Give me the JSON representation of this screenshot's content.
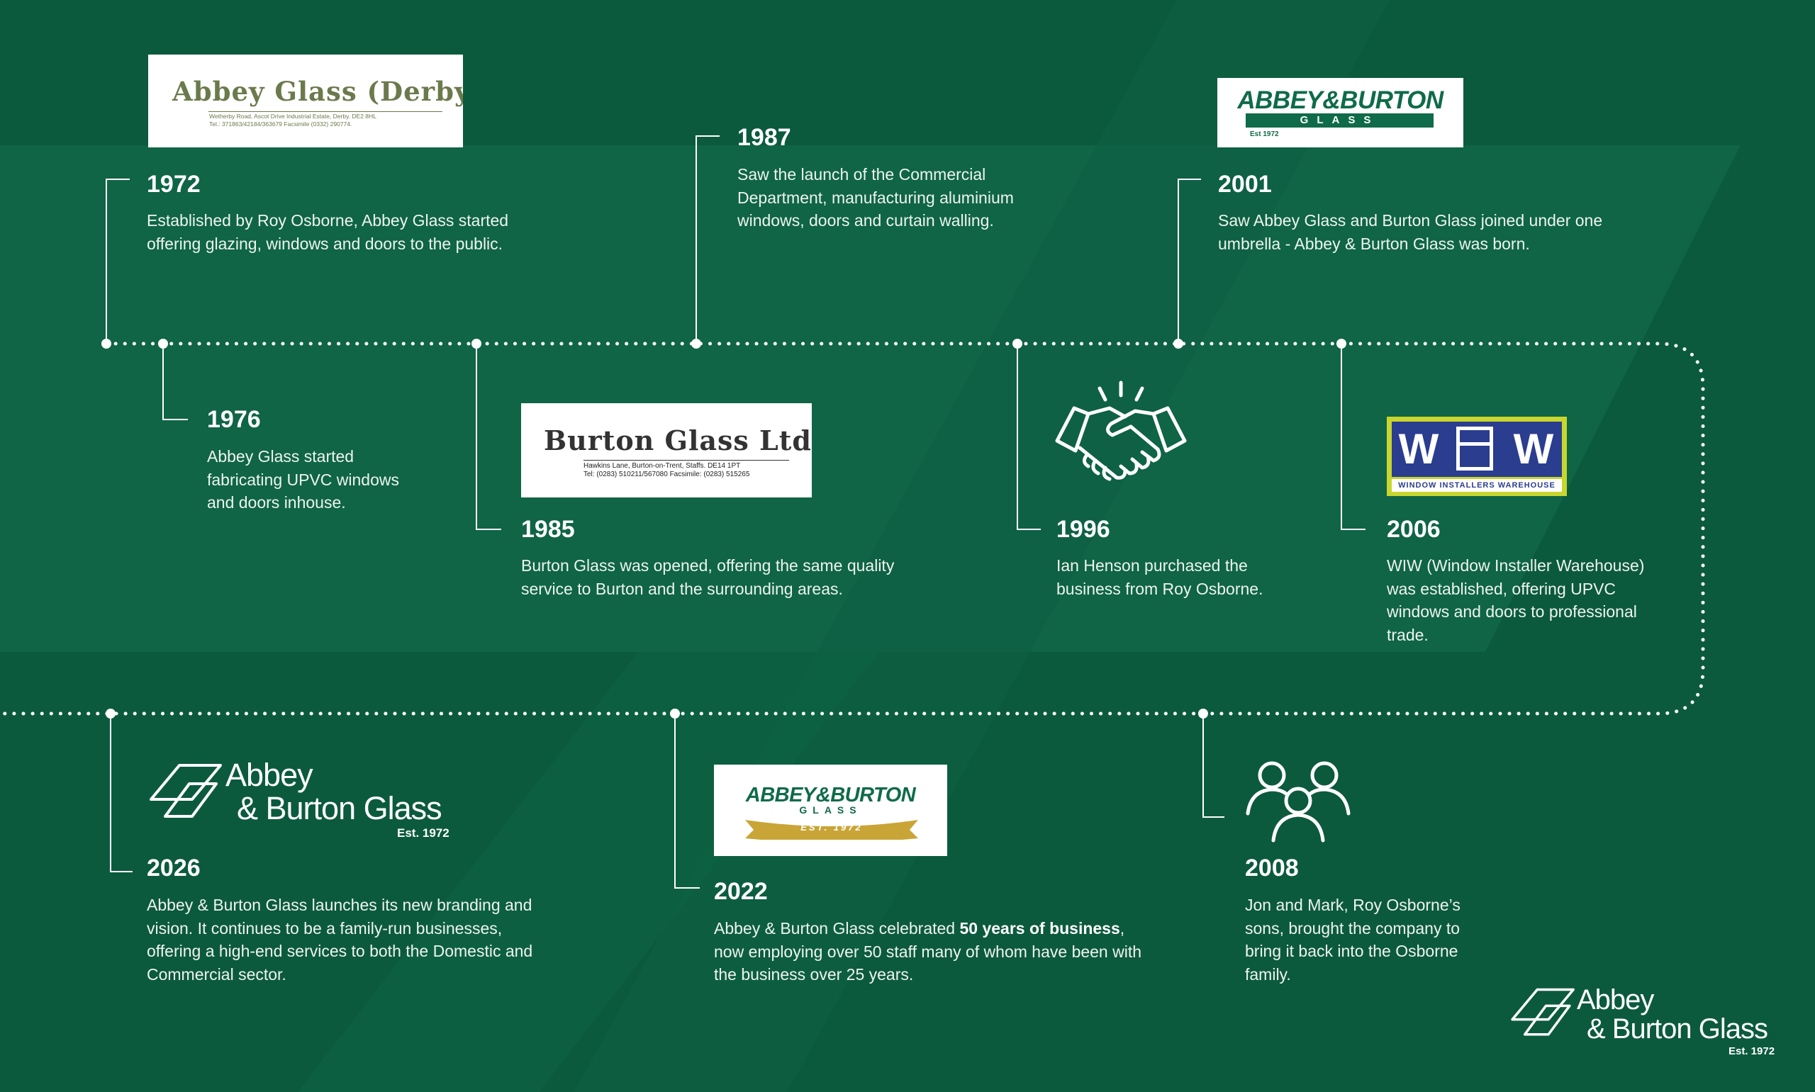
{
  "events": [
    {
      "year": "1972",
      "desc": "Established by Roy Osborne, Abbey Glass started offering glazing, windows and doors to the public."
    },
    {
      "year": "1976",
      "desc": "Abbey Glass started fabricating UPVC windows and doors inhouse."
    },
    {
      "year": "1985",
      "desc": "Burton Glass was opened, offering the same quality service to Burton and the surrounding areas."
    },
    {
      "year": "1987",
      "desc": "Saw the launch of the Commercial Department, manufacturing aluminium windows, doors and curtain walling."
    },
    {
      "year": "1996",
      "desc": "Ian Henson purchased the business from Roy Osborne."
    },
    {
      "year": "2001",
      "desc": "Saw Abbey Glass and Burton Glass joined under one umbrella - Abbey & Burton Glass was born."
    },
    {
      "year": "2006",
      "desc": "WIW (Window Installer Warehouse) was established, offering UPVC windows and doors to professional trade."
    },
    {
      "year": "2008",
      "desc": "Jon and Mark, Roy Osborne’s sons, brought the company to bring it back into the Osborne family."
    },
    {
      "year": "2022",
      "desc_before": "Abbey & Burton Glass celebrated ",
      "desc_bold": "50 years of business",
      "desc_after": ", now employing over 50 staff many of whom have been with the business over 25 years."
    },
    {
      "year": "2026",
      "desc": "Abbey & Burton Glass launches its new branding and vision. It continues to be a family-run businesses, offering a high-end services to both the Domestic and Commercial sector."
    }
  ],
  "logos": {
    "abbey_glass_derby": {
      "name": "Abbey Glass (Derby) Ltd.",
      "address": "Wetherby Road, Ascot Drive Industrial Estate, Derby. DE2 8HL",
      "phone": "Tel.: 371863/42184/363679 Facsimile (0332) 290774."
    },
    "burton_glass": {
      "name": "Burton Glass Ltd.",
      "address": "Hawkins Lane, Burton-on-Trent, Staffs. DE14 1PT",
      "phone": "Tel: (0283) 510211/567080  Facsimile: (0283) 515265"
    },
    "abbey_burton_2001": {
      "line1": "ABBEY&BURTON",
      "line2": "GLASS",
      "est": "Est 1972"
    },
    "wiw": {
      "letter_left": "W",
      "letter_right": "W",
      "caption": "WINDOW INSTALLERS WAREHOUSE"
    },
    "abbey_burton_2022": {
      "line1": "ABBEY&BURTON",
      "line2": "GLASS",
      "ribbon": "EST. 1972"
    },
    "new_brand": {
      "line1": "Abbey",
      "line2": "& Burton Glass",
      "est": "Est. 1972"
    }
  },
  "colors": {
    "background": "#0c5a3e",
    "stripe": "#0f6546",
    "logo_green": "#0f6b49",
    "logo_olive": "#6b7a4c",
    "wiw_navy": "#2b3d8f",
    "wiw_lime": "#c8d62e",
    "ribbon_gold": "#c9a537"
  }
}
